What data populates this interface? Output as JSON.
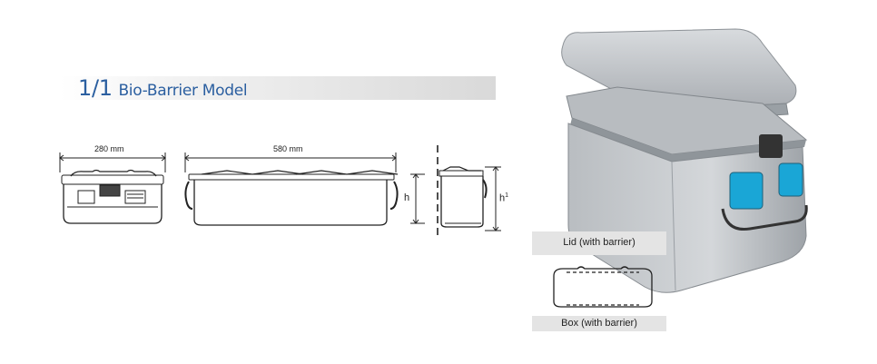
{
  "title": {
    "part1": "1/1",
    "part2": "Bio-Barrier Model",
    "color": "#2b5fa0"
  },
  "drawings": {
    "front_width": "280 mm",
    "side_length": "580 mm",
    "height_label": "h",
    "height_label_1": "h",
    "height_label_1_sup": "1"
  },
  "captions": {
    "lid": "Lid (with barrier)",
    "box": "Box (with barrier)"
  },
  "photo": {
    "icon": "sterile-container-photo",
    "body_color": "#c9cdd1",
    "filter_color": "#1aa6d6"
  }
}
